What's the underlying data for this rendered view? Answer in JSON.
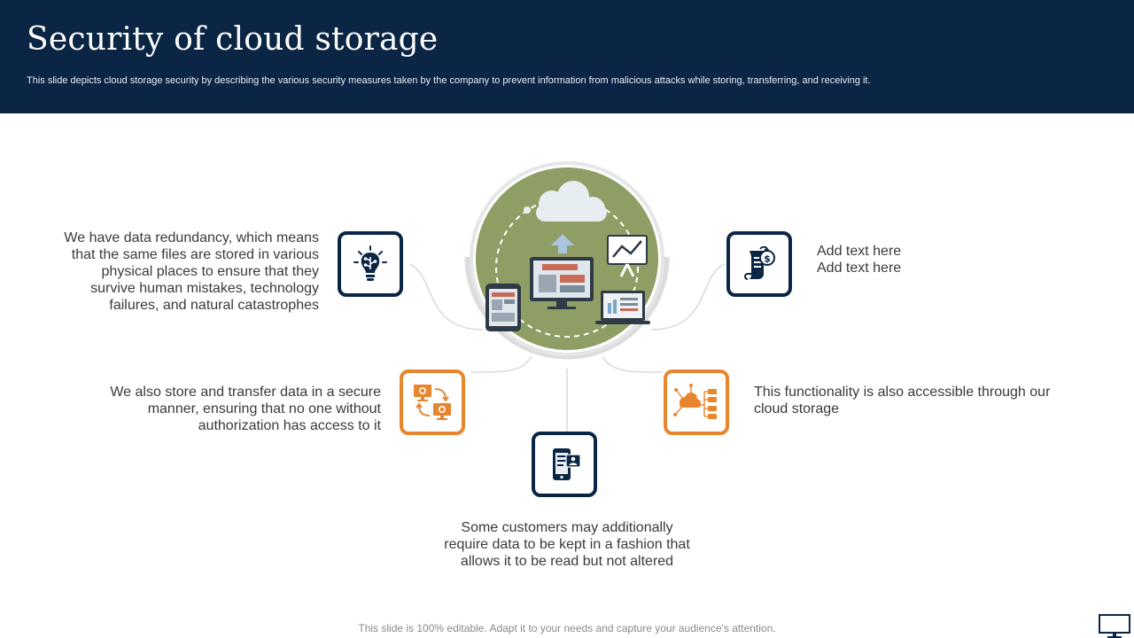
{
  "header": {
    "title": "Security of cloud storage",
    "subtitle": "This slide depicts cloud storage security by describing the various security measures taken by the company to prevent information from malicious attacks while storing, transferring, and receiving it."
  },
  "hub": {
    "icon": "cloud-devices-icon",
    "fill_color": "#8f9e64"
  },
  "features": [
    {
      "icon": "lightbulb-icon",
      "border_color": "#0b2644",
      "text": "We have data redundancy, which means that the same files are stored in various physical places to ensure that they survive human mistakes, technology failures, and natural catastrophes"
    },
    {
      "icon": "transfer-monitors-icon",
      "border_color": "#e8862e",
      "text": "We also store and transfer data in a secure manner, ensuring that no one without authorization has access to it"
    },
    {
      "icon": "mobile-user-icon",
      "border_color": "#0b2644",
      "text": "Some customers may additionally require data to be kept in a fashion that allows it to be read but not altered"
    },
    {
      "icon": "cloud-network-icon",
      "border_color": "#e8862e",
      "text": "This functionality is also accessible through our cloud storage"
    },
    {
      "icon": "document-dollar-icon",
      "border_color": "#0b2644",
      "text": "Add text here Add text here"
    }
  ],
  "footer": {
    "text": "This slide is 100% editable. Adapt it to your needs and capture your audience's attention."
  },
  "colors": {
    "navy": "#0b2644",
    "orange": "#e8862e",
    "olive": "#8f9e64",
    "text": "#3a3a3a"
  }
}
